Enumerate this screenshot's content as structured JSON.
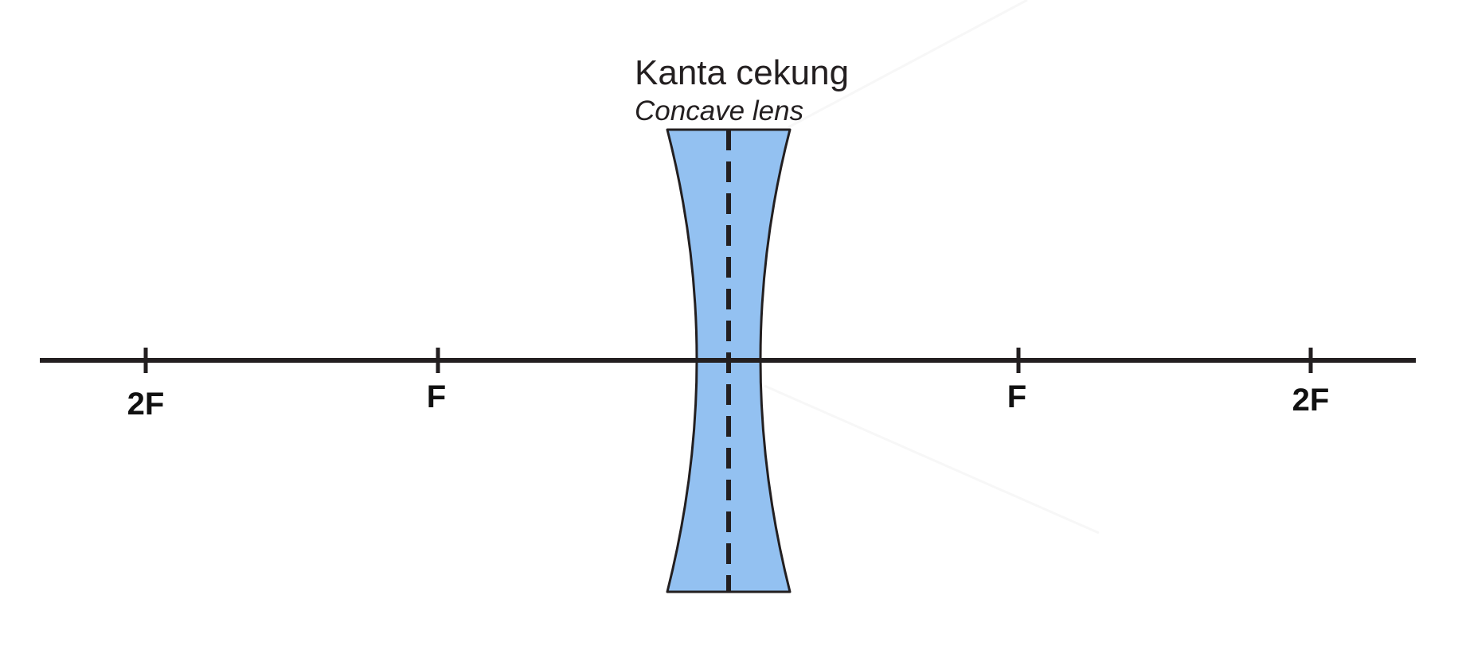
{
  "lens": {
    "title": "Kanta cekung",
    "subtitle": "Concave lens",
    "fill_color": "#93c1f1",
    "outline_color": "#231f20"
  },
  "axis": {
    "color": "#231f20",
    "markers": [
      {
        "id": "2f-left",
        "label": "2F"
      },
      {
        "id": "f-left",
        "label": "F"
      },
      {
        "id": "f-right",
        "label": "F"
      },
      {
        "id": "2f-right",
        "label": "2F"
      }
    ]
  }
}
